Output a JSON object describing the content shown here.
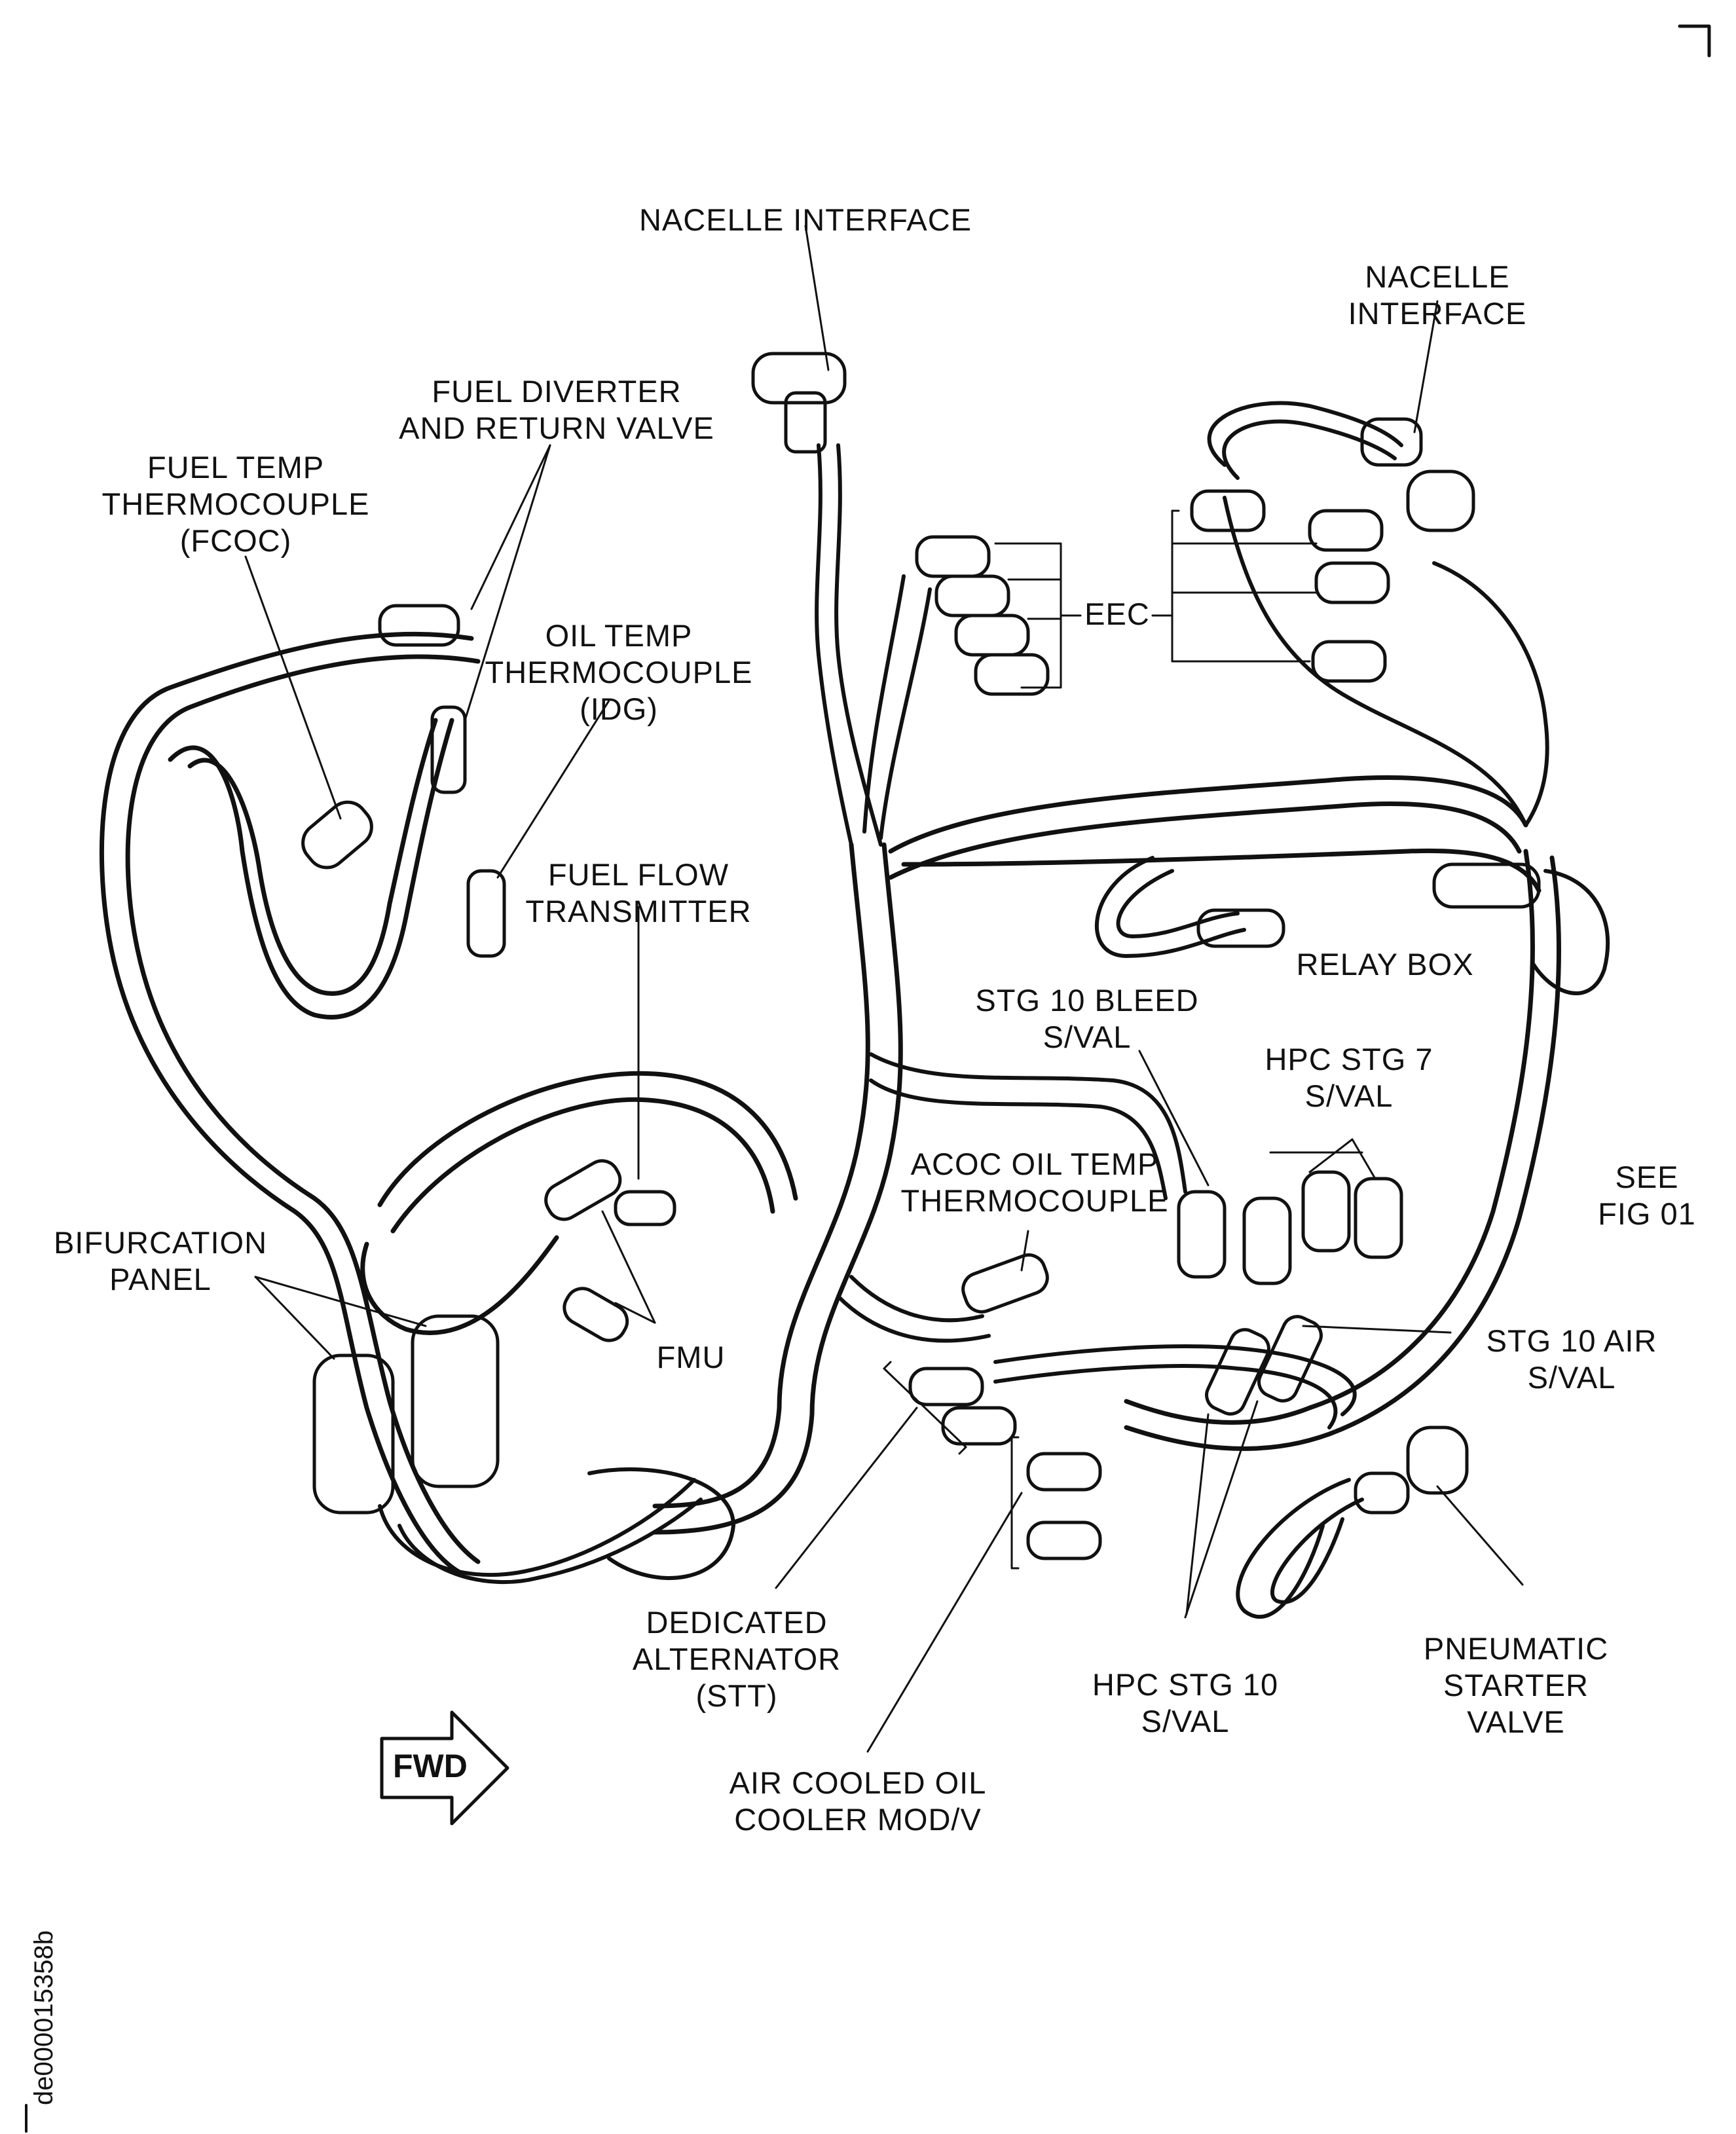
{
  "labels": {
    "nacelle_interface_top": [
      "NACELLE INTERFACE"
    ],
    "nacelle_interface_right": [
      "NACELLE",
      "INTERFACE"
    ],
    "fuel_diverter": [
      "FUEL DIVERTER",
      "AND RETURN VALVE"
    ],
    "fuel_temp": [
      "FUEL TEMP",
      "THERMOCOUPLE",
      "(FCOC)"
    ],
    "oil_temp_idg": [
      "OIL TEMP",
      "THERMOCOUPLE",
      "(IDG)"
    ],
    "eec": "EEC",
    "fuel_flow": [
      "FUEL FLOW",
      "TRANSMITTER"
    ],
    "relay_box": "RELAY BOX",
    "stg10_bleed": [
      "STG 10 BLEED",
      "S/VAL"
    ],
    "hpc_stg7": [
      "HPC STG 7",
      "S/VAL"
    ],
    "acoc_oil_temp": [
      "ACOC OIL TEMP",
      "THERMOCOUPLE"
    ],
    "see_fig": [
      "SEE",
      "FIG 01"
    ],
    "bifurcation_panel": [
      "BIFURCATION",
      "PANEL"
    ],
    "fmu": "FMU",
    "stg10_air": [
      "STG 10 AIR",
      "S/VAL"
    ],
    "dedicated_alternator": [
      "DEDICATED",
      "ALTERNATOR",
      "(STT)"
    ],
    "hpc_stg10": [
      "HPC STG 10",
      "S/VAL"
    ],
    "pneumatic_starter": [
      "PNEUMATIC",
      "STARTER",
      "VALVE"
    ],
    "air_cooled_oil_cooler": [
      "AIR COOLED OIL",
      "COOLER MOD/V"
    ],
    "fwd": "FWD"
  },
  "figure_id": "de000015358b"
}
